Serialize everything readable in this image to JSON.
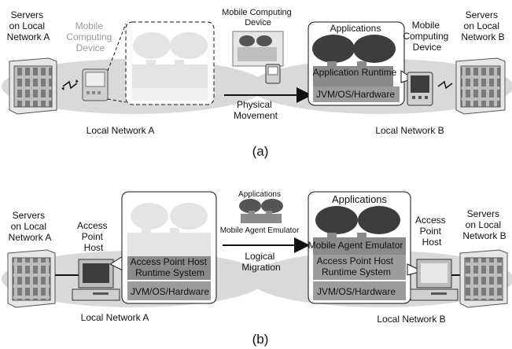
{
  "panel_a": {
    "servers_left": [
      "Servers",
      "on Local",
      "Network A"
    ],
    "device_left": [
      "Mobile",
      "Computing",
      "Device"
    ],
    "device_top": [
      "Mobile Computing",
      "Device"
    ],
    "applications": "Applications",
    "app_runtime": "Application Runtime",
    "jvm": "JVM/OS/Hardware",
    "device_right": [
      "Mobile",
      "Computing",
      "Device"
    ],
    "servers_right": [
      "Servers",
      "on Local",
      "Network B"
    ],
    "arrow_label": [
      "Physical",
      "Movement"
    ],
    "network_left": "Local Network A",
    "network_right": "Local Network B",
    "caption": "(a)"
  },
  "panel_b": {
    "servers_left": [
      "Servers",
      "on Local",
      "Network A"
    ],
    "host_left": [
      "Access",
      "Point",
      "Host"
    ],
    "aph_runtime_left": [
      "Access Point Host",
      "Runtime System"
    ],
    "jvm_left": "JVM/OS/Hardware",
    "applications_top": "Applications",
    "emulator_top": "Mobile Agent Emulator",
    "arrow_label": [
      "Logical",
      "Migration"
    ],
    "applications": "Applications",
    "emulator": "Mobile Agent Emulator",
    "aph_runtime_right": [
      "Access Point Host",
      "Runtime System"
    ],
    "jvm_right": "JVM/OS/Hardware",
    "host_right": [
      "Access",
      "Point",
      "Host"
    ],
    "servers_right": [
      "Servers",
      "on Local",
      "Network B"
    ],
    "network_left": "Local Network A",
    "network_right": "Local Network B",
    "caption": "(b)"
  },
  "colors": {
    "ellipse": "#d9d9d9",
    "dark_cloud": "#3d3d3d",
    "runtime_fill": "#8a8a8a",
    "light_cloud": "#e4e4e4",
    "gray_text": "#999999"
  }
}
